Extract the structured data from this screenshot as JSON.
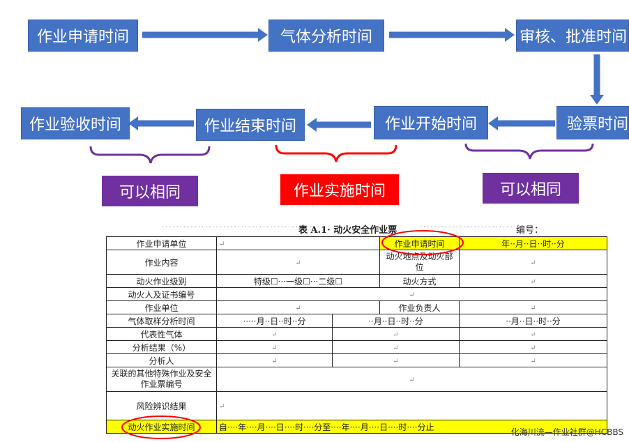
{
  "flow": {
    "step1": "作业申请时间",
    "step2": "气体分析时间",
    "step3": "审核、批准时间",
    "step4": "验票时间",
    "step5": "作业开始时间",
    "step6": "作业结束时间",
    "step7": "作业验收时间"
  },
  "brackets": {
    "left_label": "可以相同",
    "middle_label": "作业实施时间",
    "right_label": "可以相同"
  },
  "colors": {
    "box_blue": "#4472c4",
    "arrow_blue": "#4472c4",
    "bracket_purple": "#7030a0",
    "bracket_red": "#ff0000",
    "highlight_yellow": "#ffff00",
    "circle_red": "#ff0000"
  },
  "document": {
    "title": "表 A.1· 动火安全作业票",
    "number_label": "编号：",
    "return_mark": "↵",
    "rows": {
      "apply_unit": "作业申请单位",
      "apply_time": "作业申请时间",
      "apply_time_value": "年··月··日··时··分",
      "work_content": "作业内容",
      "fire_location": "动火地点及动火部位",
      "fire_level": "动火作业级别",
      "fire_level_options": "特级☐···一级☐···二级☐",
      "fire_method": "动火方式",
      "fire_person": "动火人及证书编号",
      "work_unit": "作业单位",
      "work_leader": "作业负责人",
      "gas_sample_time": "气体取样分析时间",
      "gas_time_value1": "·····月··日··时··分",
      "gas_time_value2": "··月··日··时··分",
      "gas_time_value3": "··月··日··时··分",
      "rep_gas": "代表性气体",
      "analysis_result": "分析结果（%）",
      "analyst": "分析人",
      "related_work": "关联的其他特殊作业及安全作业票编号",
      "risk_result": "风险辨识结果",
      "fire_work_time": "动火作业实施时间",
      "fire_work_time_value": "自····年····月····日····时····分至····年····月····日····时····分止"
    }
  },
  "watermark": "化海川流—作业社群@HCBBS"
}
